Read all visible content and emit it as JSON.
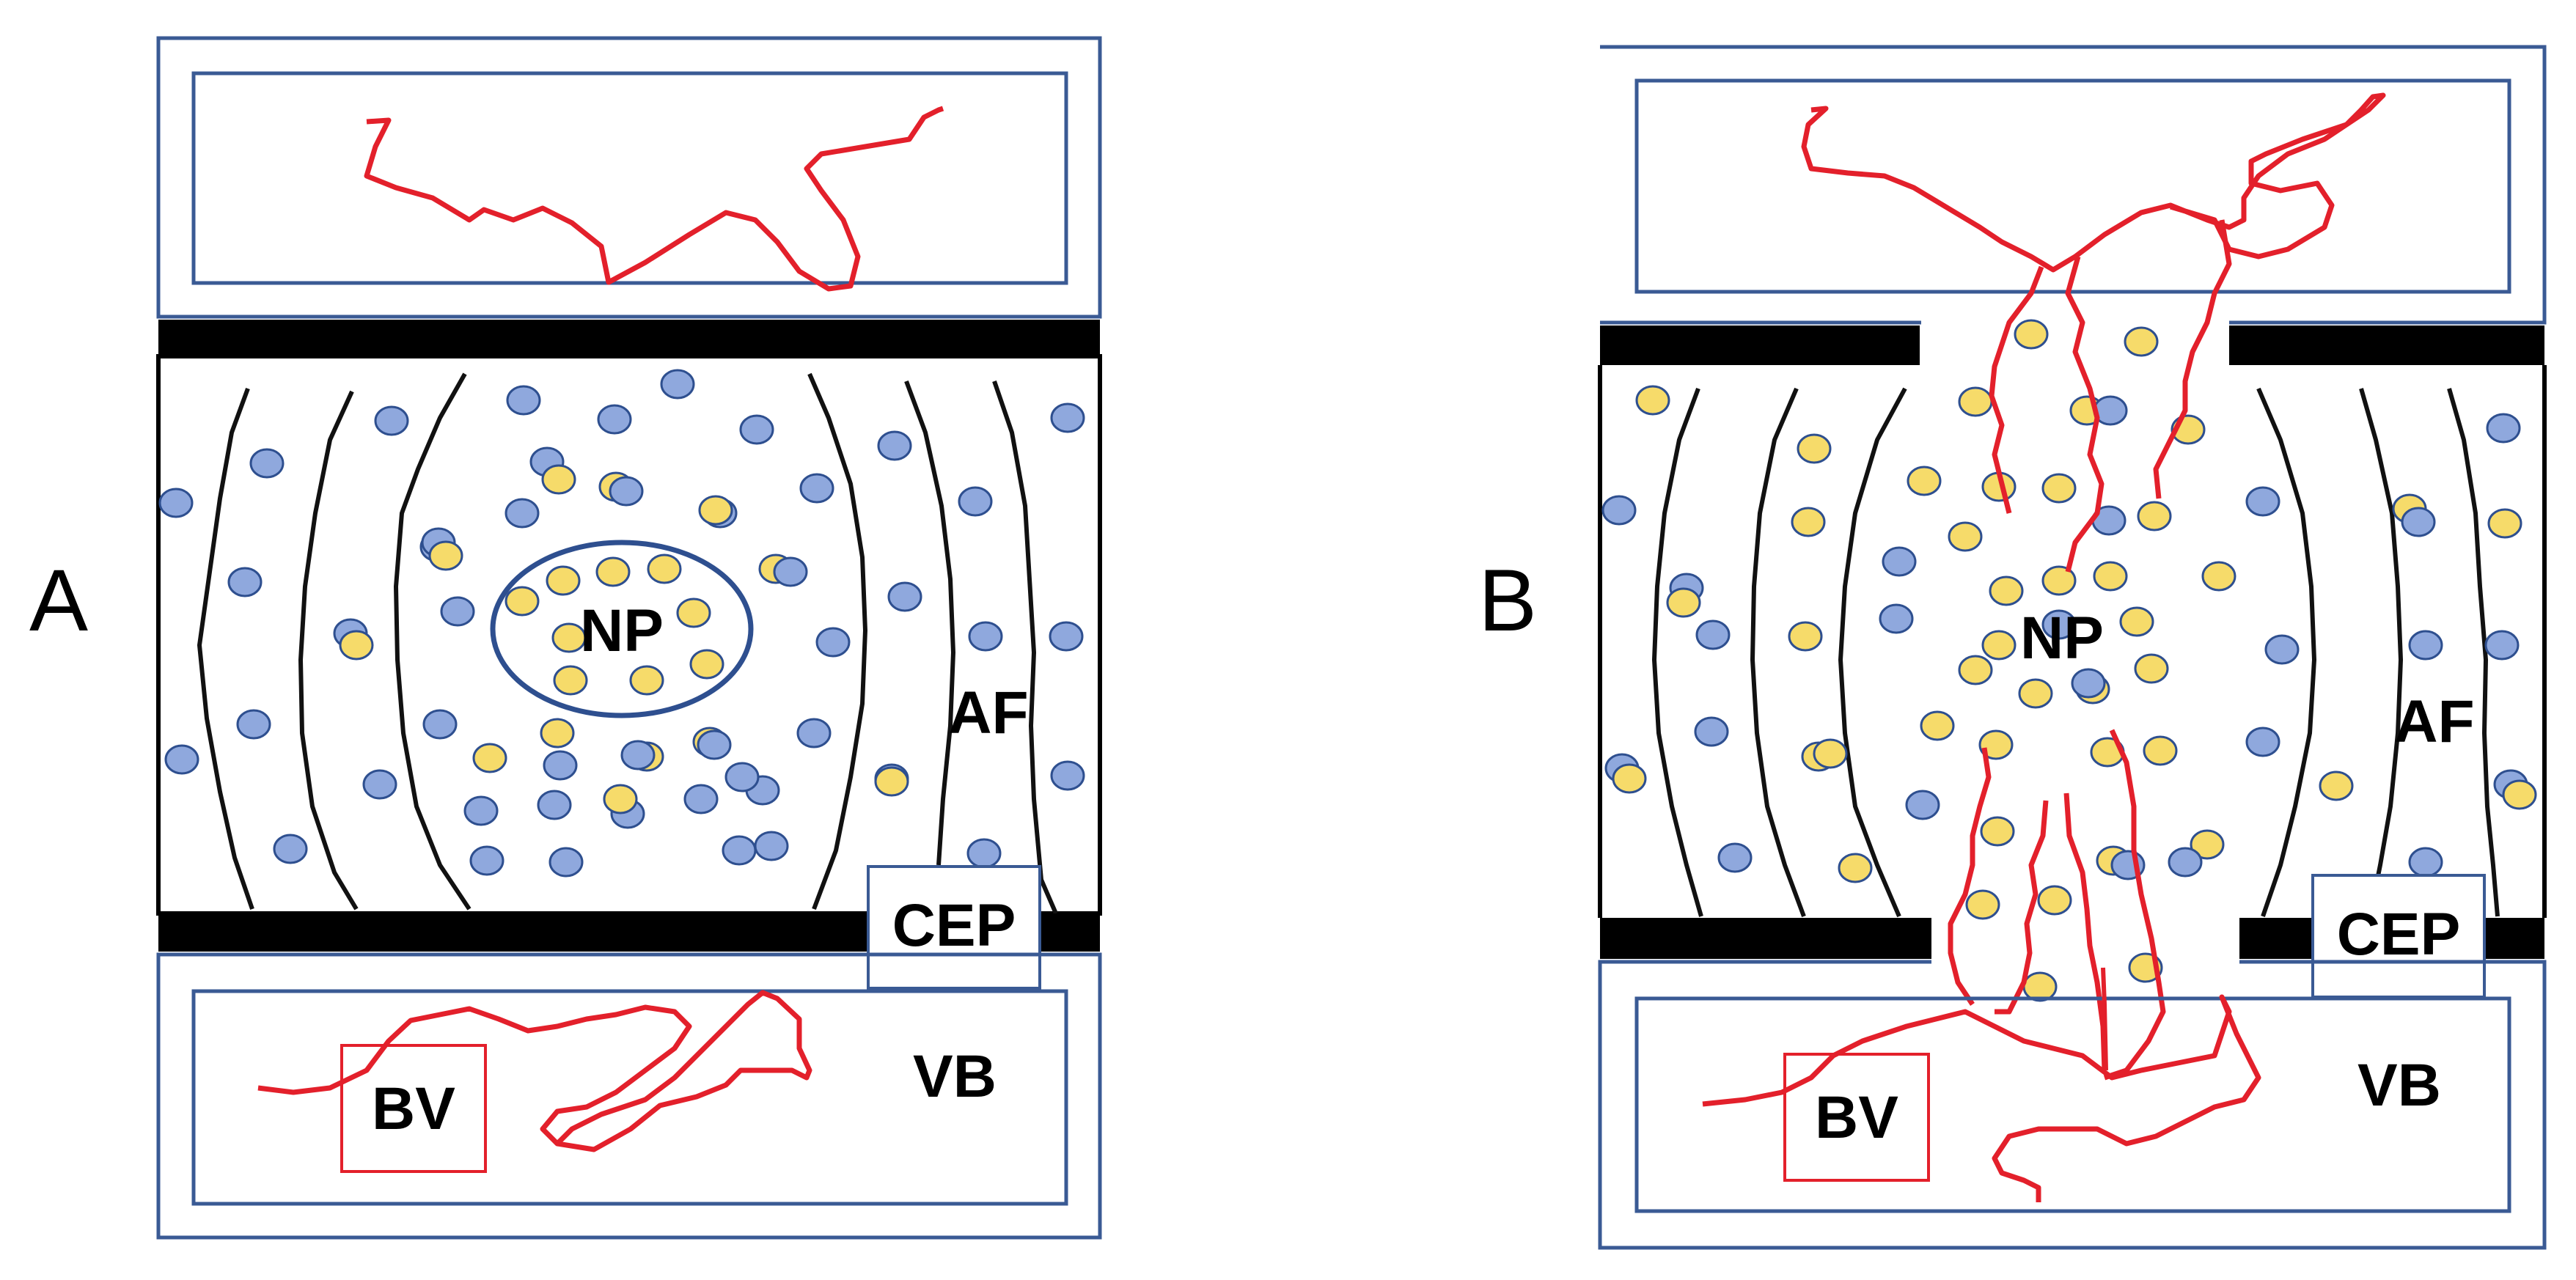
{
  "panels": [
    {
      "id": "A",
      "panel_label": "A",
      "labels": {
        "np": "NP",
        "af": "AF",
        "cep": "CEP",
        "vb": "VB",
        "bv": "BV"
      },
      "state": "intact"
    },
    {
      "id": "B",
      "panel_label": "B",
      "labels": {
        "np": "NP",
        "af": "AF",
        "cep": "CEP",
        "vb": "VB",
        "bv": "BV"
      },
      "state": "vascularized"
    }
  ],
  "colors": {
    "box_outline": "#3a5a94",
    "endplate": "#000000",
    "lamella": "#111111",
    "vessel": "#e3202b",
    "cell_blue": "#8fa8dd",
    "cell_yellow": "#f6db6a",
    "cell_outline": "#2e4f8f",
    "bv_box": "#e3202b",
    "text": "#000000"
  }
}
